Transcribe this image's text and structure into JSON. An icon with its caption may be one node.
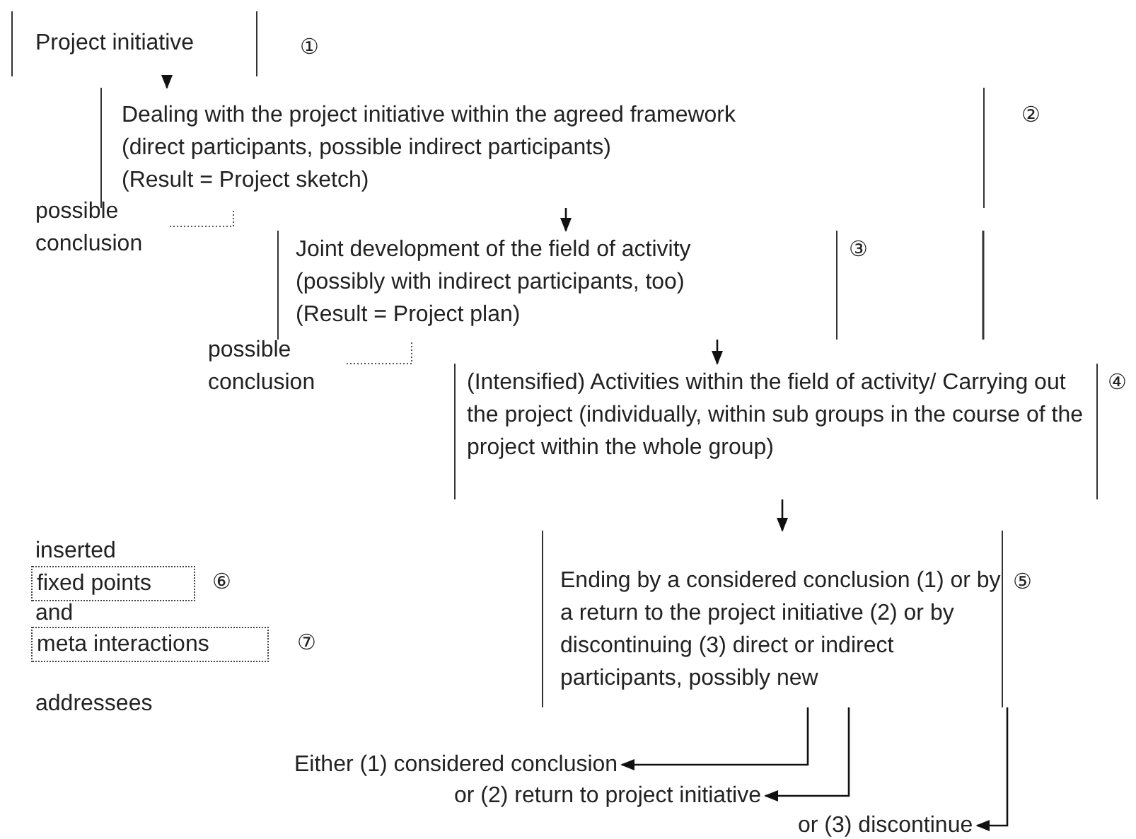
{
  "diagram": {
    "nodes": [
      {
        "text": [
          "Project initiative"
        ],
        "beside": [
          "①"
        ]
      },
      {
        "text": [
          "Dealing with the project initiative within the agreed framework",
          "(direct participants, possible indirect participants)",
          "(Result = Project sketch)"
        ],
        "beside": [
          "②"
        ]
      },
      {
        "text": [
          "Joint development of the field of activity",
          "(possibly with indirect participants, too)",
          "(Result = Project plan)"
        ],
        "beside": [
          "③"
        ]
      },
      {
        "text": [
          "(Intensified) Activities within the field of activity/ Carrying out the project (individually, within sub groups in the course of the project within the whole group)"
        ],
        "beside": [
          "④"
        ]
      },
      {
        "text": [
          "fixed points"
        ],
        "beside": [
          "⑥"
        ]
      },
      {
        "text": [
          "meta interactions"
        ],
        "beside": [
          "⑦"
        ]
      },
      {
        "text": [
          "Ending by a considered conclusion (1) or by a return to the project initiative (2) or by discontinuing (3) direct or indirect participants, possibly new"
        ],
        "beside": [
          "⑤"
        ]
      },
      {
        "text": [
          "Either (1) considered conclusion"
        ]
      },
      {
        "text": [
          "or (2) return to project initiative"
        ]
      },
      {
        "text": [
          "or (3) discontinue"
        ]
      }
    ],
    "edges": [
      {
        "from": 0,
        "to": 1,
        "arrow": "to"
      },
      {
        "from": 1,
        "to": 2,
        "arrow": "to"
      },
      {
        "from": 2,
        "to": 3,
        "arrow": "to"
      },
      {
        "from": 3,
        "to": 6,
        "arrow": "to"
      },
      {
        "from": 6,
        "to": 7,
        "arrow": "to"
      },
      {
        "from": 6,
        "to": 8,
        "arrow": "to"
      },
      {
        "from": 6,
        "to": 9,
        "arrow": "to"
      }
    ],
    "labels": [
      "possible conclusion",
      "possible conclusion",
      "inserted",
      "and",
      "addressees"
    ]
  }
}
